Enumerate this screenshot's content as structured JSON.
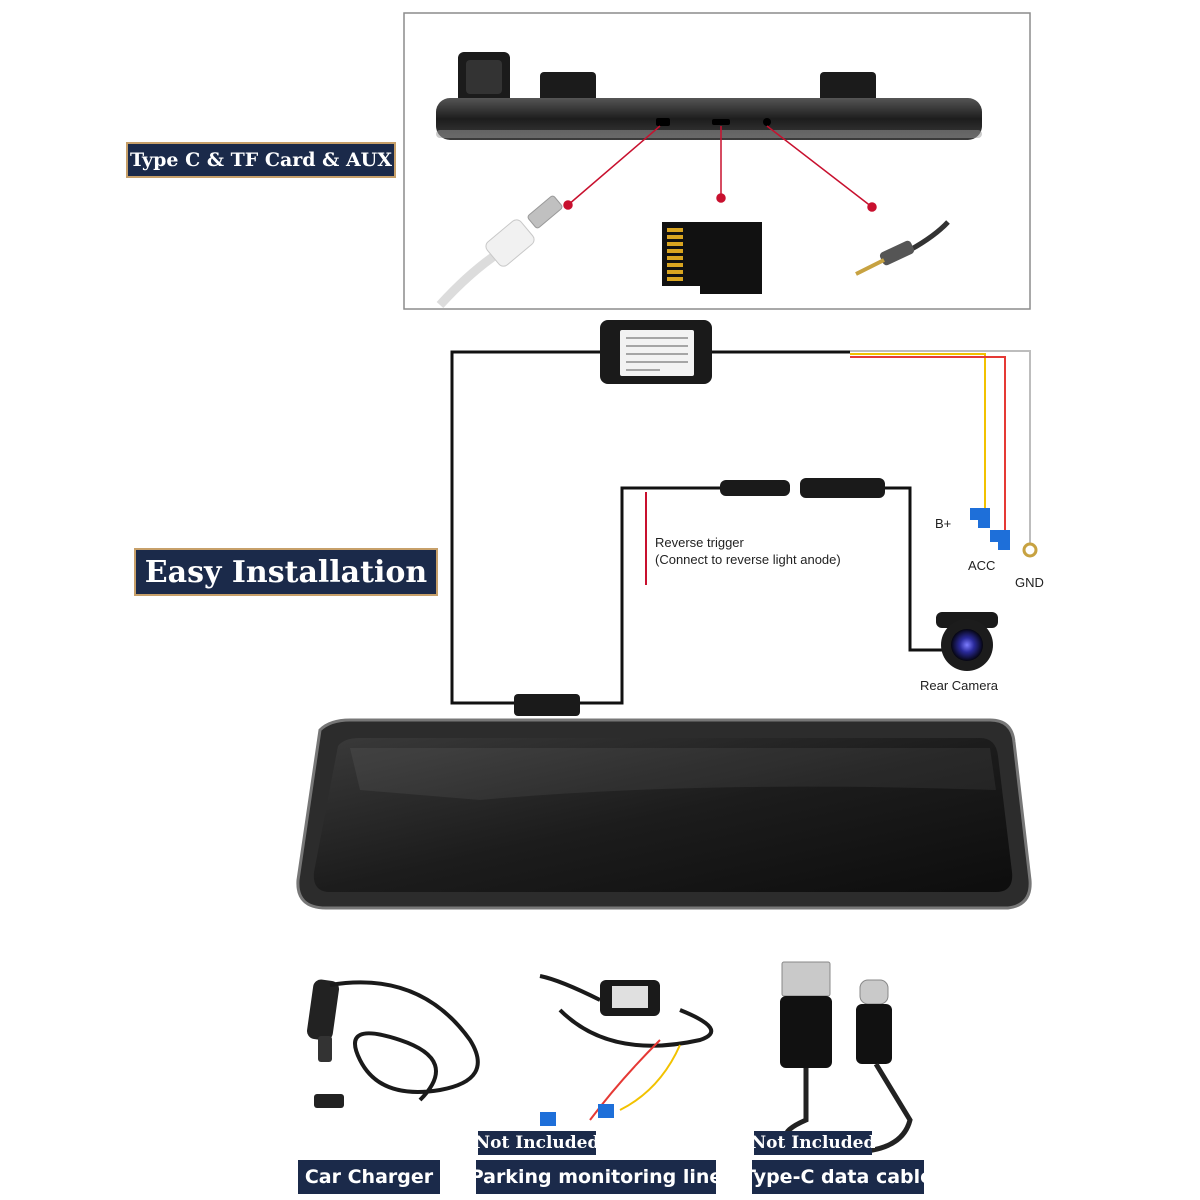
{
  "top_panel": {
    "label": "Type C & TF Card & AUX"
  },
  "installation": {
    "title": "Easy Installation",
    "reverse_trigger_line1": "Reverse trigger",
    "reverse_trigger_line2": "(Connect to reverse light anode)",
    "b_plus": "B+",
    "acc": "ACC",
    "gnd": "GND",
    "rear_camera": "Rear Camera"
  },
  "accessories": [
    {
      "label": "Car Charger",
      "badge": ""
    },
    {
      "label": "Parking monitoring line",
      "badge": "Not Included"
    },
    {
      "label": "Type-C data cable",
      "badge": "Not Included"
    }
  ],
  "colors": {
    "label_bg": "#1b2a4a",
    "label_border": "#c7a06a",
    "pointer_red": "#c8102e",
    "acc_wire_yellow": "#f2c200",
    "b_plus_wire_red": "#e53935",
    "fuse_blue": "#1e6fd9"
  }
}
